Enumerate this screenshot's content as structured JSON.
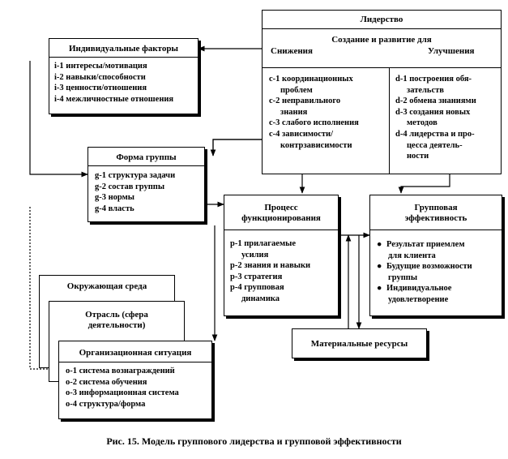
{
  "leadership": {
    "title": "Лидерство",
    "subtitle": "Создание и развитие для",
    "left_head": "Снижения",
    "right_head": "Улучшения",
    "left_items": [
      [
        "c-1 координационных",
        "проблем"
      ],
      [
        "c-2 неправильного",
        "знания"
      ],
      [
        "c-3 слабого исполнения"
      ],
      [
        "c-4 зависимости/",
        "контрзависимости"
      ]
    ],
    "right_items": [
      [
        "d-1 построения обя-",
        "зательств"
      ],
      [
        "d-2 обмена знаниями"
      ],
      [
        "d-3 создания новых",
        "методов"
      ],
      [
        "d-4 лидерства и про-",
        "цесса деятель-",
        "ности"
      ]
    ]
  },
  "individual": {
    "title": "Индивидуальные факторы",
    "items": [
      "i-1 интересы/мотивация",
      "i-2 навыки/способности",
      "i-3 ценности/отношения",
      "i-4 межличностные отношения"
    ]
  },
  "group_form": {
    "title": "Форма группы",
    "items": [
      "g-1 структура задачи",
      "g-2 состав группы",
      "g-3 нормы",
      "g-4 власть"
    ]
  },
  "process": {
    "title": [
      "Процесс",
      "функционирования"
    ],
    "items": [
      [
        "p-1 прилагаемые",
        "усилия"
      ],
      [
        "p-2 знания и навыки"
      ],
      [
        "p-3 стратегия"
      ],
      [
        "p-4 групповая",
        "динамика"
      ]
    ]
  },
  "effectiveness": {
    "title": [
      "Групповая",
      "эффективность"
    ],
    "items": [
      [
        "Результат приемлем",
        "для клиента"
      ],
      [
        "Будущие возможности",
        "группы"
      ],
      [
        "Индивидуальное",
        "удовлетворение"
      ]
    ]
  },
  "material": {
    "title": "Материальные ресурсы"
  },
  "environment": {
    "title": "Окружающая среда"
  },
  "industry": {
    "title": [
      "Отрасль (сфера",
      "деятельности)"
    ]
  },
  "org": {
    "title": "Организационная ситуация",
    "items": [
      "o-1 система вознаграждений",
      "o-2 система обучения",
      "o-3 информационная система",
      "o-4 структура/форма"
    ]
  },
  "caption": "Рис. 15. Модель группового лидерства и групповой эффективности"
}
